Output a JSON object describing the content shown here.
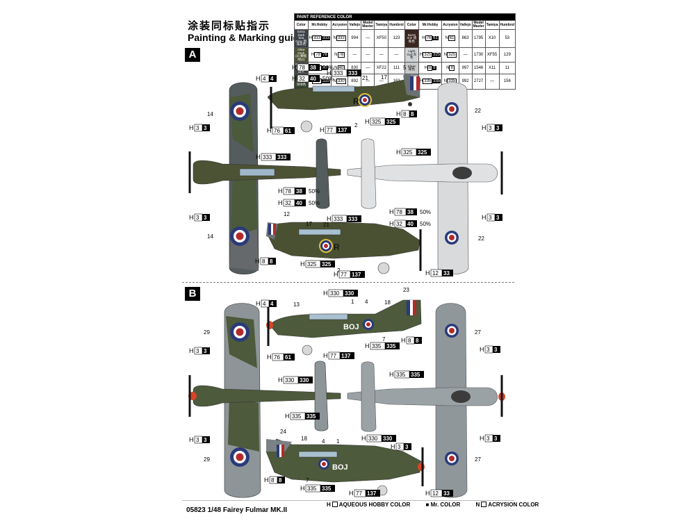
{
  "header": {
    "title_cn": "涂装同标贴指示",
    "title_en": "Painting & Marking guide"
  },
  "paint_table": {
    "title": "PAINT REFERENCE COLOR",
    "columns": [
      "Color",
      "Mr.Hobby",
      "Acrysion",
      "Vallejo",
      "Model Master",
      "Tamiya",
      "Humbrol"
    ],
    "rows_left": [
      {
        "name": "Extra Dark Sea Grey 暗海灰色",
        "mr_hobby": "333",
        "acrysion": "333",
        "vallejo": "994",
        "model_master": "—",
        "tamiya": "XF50",
        "humbrol": "123",
        "swatch": "#3c4147"
      },
      {
        "name": "Olive Drab (2) 橄榄绿(2)",
        "mr_hobby": "78",
        "acrysion": "78",
        "vallejo": "—",
        "model_master": "—",
        "tamiya": "—",
        "humbrol": "—",
        "swatch": "#4c5233"
      },
      {
        "name": "German Gray 德国灰",
        "mr_hobby": "32",
        "acrysion": "40",
        "vallejo": "830",
        "model_master": "—",
        "tamiya": "XF22",
        "humbrol": "111",
        "swatch": "#404547"
      },
      {
        "name": "Dark Green 深绿色",
        "mr_hobby": "330",
        "acrysion": "330",
        "vallejo": "892",
        "model_master": "—",
        "tamiya": "—",
        "humbrol": "163",
        "swatch": "#374330"
      }
    ],
    "rows_right": [
      {
        "name": "Burnt Iron 烧铁色",
        "mr_hobby": "76",
        "acrysion": "61",
        "vallejo": "863",
        "model_master": "1795",
        "tamiya": "X10",
        "humbrol": "53",
        "swatch": "#3a2620"
      },
      {
        "name": "Light Gull 灰色",
        "mr_hobby": "325",
        "acrysion": "325",
        "vallejo": "—",
        "model_master": "1730",
        "tamiya": "XF55",
        "humbrol": "129",
        "swatch": "#cfd3d6"
      },
      {
        "name": "Silver 银色",
        "mr_hobby": "8",
        "acrysion": "8",
        "vallejo": "997",
        "model_master": "1546",
        "tamiya": "X11",
        "humbrol": "11",
        "swatch": "#c9c9c9"
      },
      {
        "name": "Medium Seagray 中性海灰色",
        "mr_hobby": "335",
        "acrysion": "335",
        "vallejo": "992",
        "model_master": "2727",
        "tamiya": "—",
        "humbrol": "156",
        "swatch": "#7d858a"
      }
    ]
  },
  "sections": [
    {
      "letter": "A"
    },
    {
      "letter": "B"
    }
  ],
  "section_a": {
    "side_top": {
      "codes": [
        "H 78 38 50%",
        "H 32 40 50%",
        "H 333 333",
        "H 4 4"
      ],
      "labels": [
        "21",
        "17",
        "5"
      ]
    },
    "mix1": "50%",
    "code_h4": "4",
    "code_h3": "3",
    "code_h76": "61",
    "code_h77": "137",
    "code_h325": "325",
    "code_h8": "8",
    "code_h333": "333",
    "code_h12": "33",
    "marks": [
      "14",
      "2",
      "22",
      "12",
      "17",
      "21",
      "R"
    ]
  },
  "section_b": {
    "codes": [
      "H 4 4",
      "H 330 330",
      "H 3 3",
      "H 76 61",
      "H 77 137",
      "H 335 335",
      "H 8 8",
      "H 12 33"
    ],
    "labels": [
      "13",
      "1",
      "4",
      "18",
      "23",
      "7",
      "29",
      "27",
      "24",
      "BOJ"
    ]
  },
  "footer": {
    "model": "05823 1/48  Fairey Fulmar MK.II",
    "legend_h": "AQUEOUS HOBBY COLOR",
    "legend_m": "Mr. COLOR",
    "legend_n": "ACRYSION COLOR"
  },
  "colors": {
    "roundel_blue": "#2a3a7a",
    "roundel_red": "#b22a2a",
    "roundel_yellow": "#e2c23a",
    "dark_green": "#46513a",
    "sea_grey": "#5e6469",
    "light_gull": "#d8dadc"
  }
}
